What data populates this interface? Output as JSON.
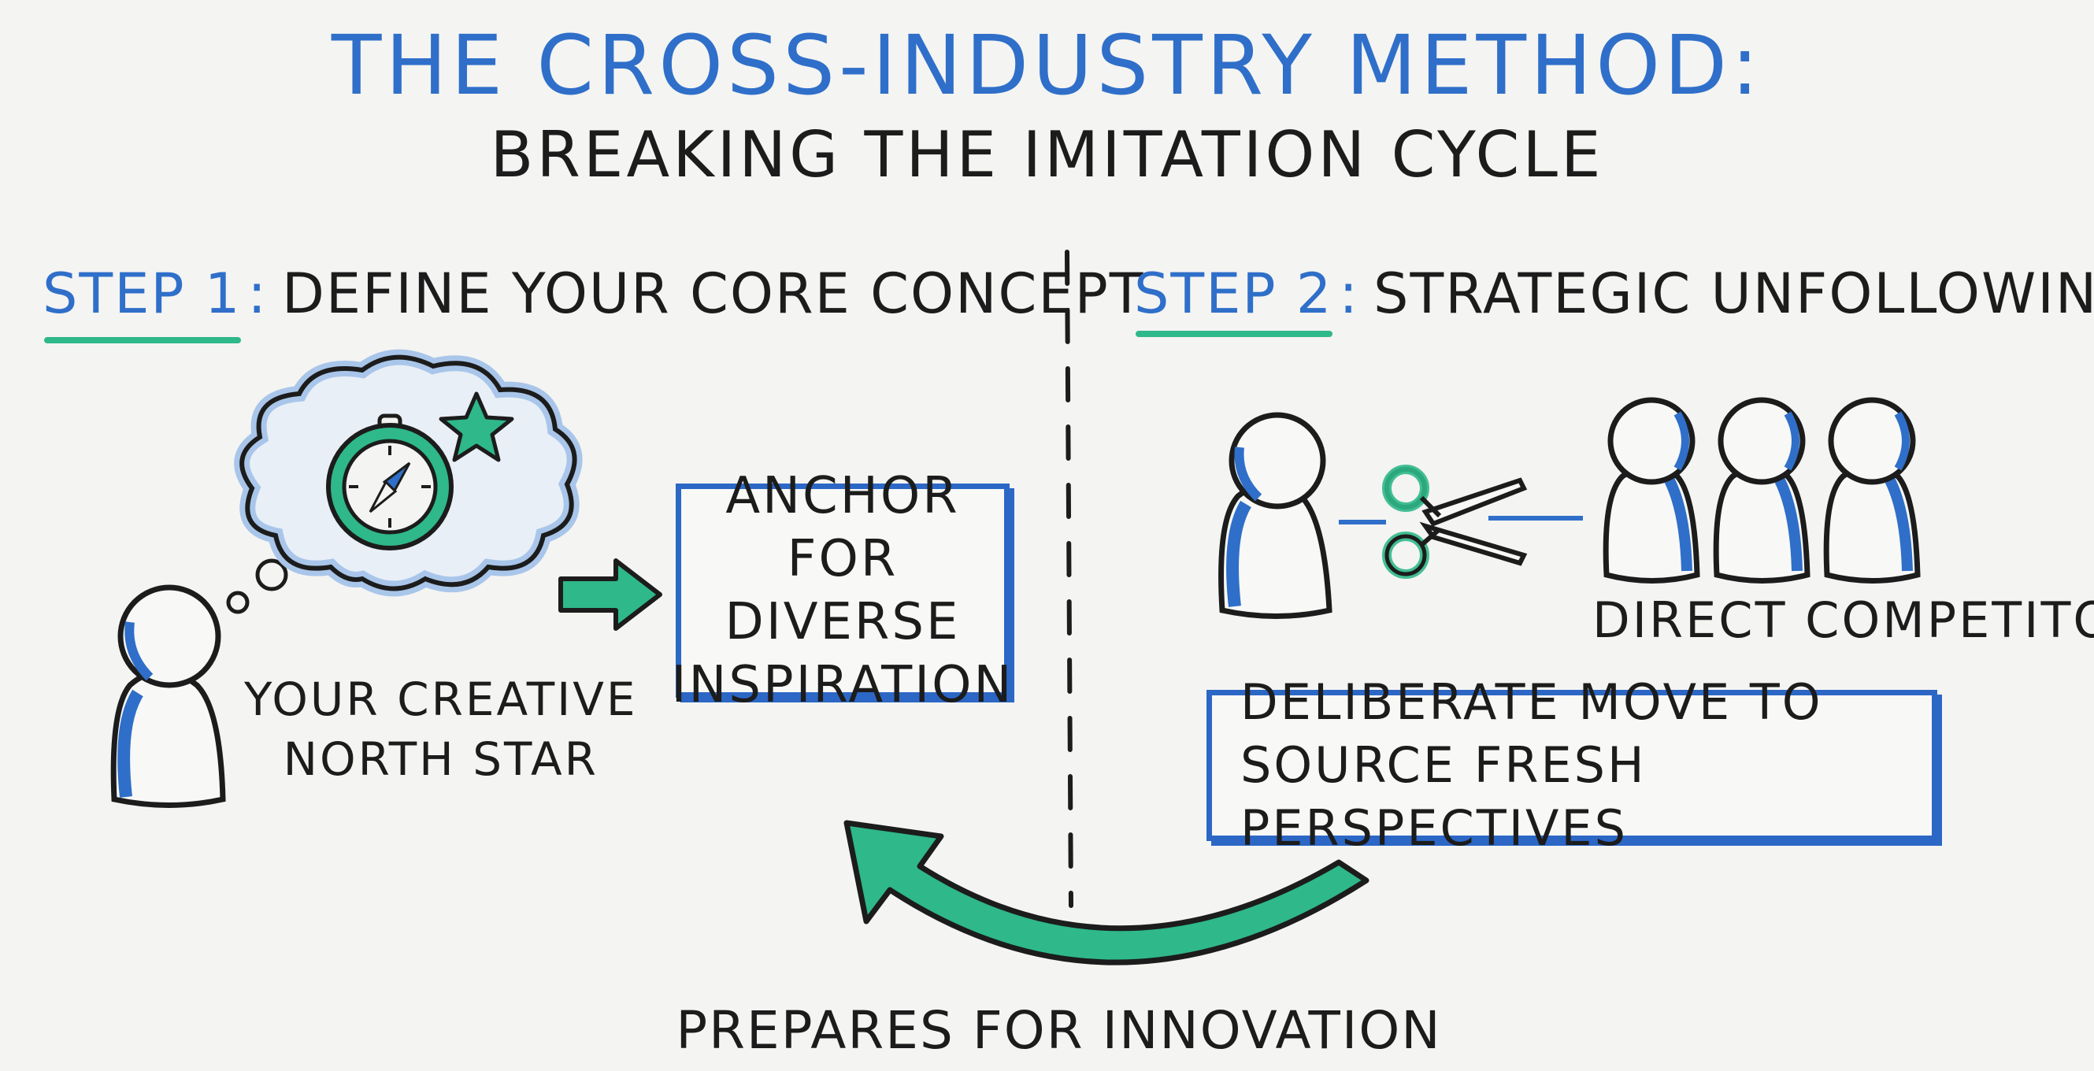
{
  "title": "THE CROSS-INDUSTRY METHOD:",
  "subtitle": "BREAKING THE IMITATION CYCLE",
  "step1": {
    "num": "STEP 1",
    "colon": ":",
    "text": "DEFINE YOUR CORE CONCEPT"
  },
  "step2": {
    "num": "STEP 2",
    "colon": ":",
    "text": "STRATEGIC UNFOLLOWING"
  },
  "northstar_label": {
    "line1": "YOUR CREATIVE",
    "line2": "NORTH STAR"
  },
  "anchor_box": {
    "line1": "ANCHOR FOR",
    "line2": "DIVERSE",
    "line3": "INSPIRATION"
  },
  "competitors_label": "DIRECT COMPETITORS",
  "deliberate_box": {
    "line1": "DELIBERATE MOVE TO",
    "line2": "SOURCE FRESH PERSPECTIVES"
  },
  "bottom_label": "PREPARES FOR INNOVATION",
  "colors": {
    "blue": "#2f6fc9",
    "green": "#2fb88a",
    "ink": "#1c1c1c"
  },
  "icons": [
    "person-icon",
    "thought-cloud-icon",
    "compass-icon",
    "star-icon",
    "arrow-right-icon",
    "scissors-icon",
    "curved-arrow-icon"
  ]
}
